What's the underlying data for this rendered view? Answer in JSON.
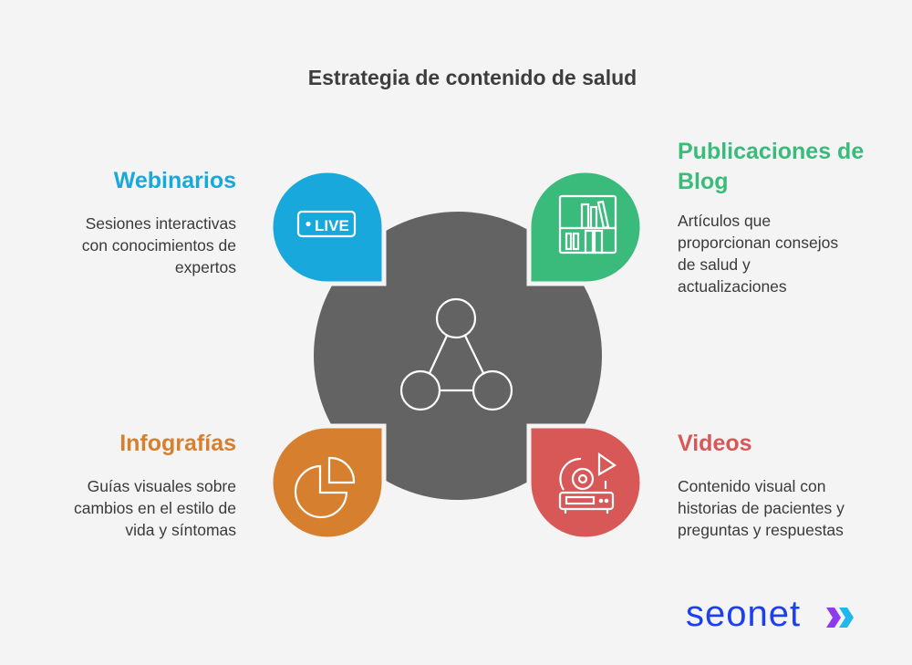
{
  "title": "Estrategia de contenido de salud",
  "items": [
    {
      "title": "Webinarios",
      "description_lines": [
        "Sesiones interactivas",
        "con conocimientos de",
        "expertos"
      ],
      "color": "#18a8dc",
      "icon": "live-icon",
      "icon_text": "LIVE"
    },
    {
      "title_lines": [
        "Publicaciones de",
        "Blog"
      ],
      "description_lines": [
        "Artículos que",
        "proporcionan consejos",
        "de salud y",
        "actualizaciones"
      ],
      "color": "#3abb7b",
      "icon": "bookshelf-icon"
    },
    {
      "title": "Infografías",
      "description_lines": [
        "Guías visuales sobre",
        "cambios en el estilo de",
        "vida y síntomas"
      ],
      "color": "#d67f2f",
      "icon": "pie-chart-icon"
    },
    {
      "title": "Videos",
      "description_lines": [
        "Contenido visual con",
        "historias de pacientes y",
        "preguntas y respuestas"
      ],
      "color": "#d85757",
      "icon": "video-player-icon"
    }
  ],
  "center": {
    "color": "#636363",
    "icon": "network-triangle-icon"
  },
  "logo": {
    "text": "seonet"
  }
}
